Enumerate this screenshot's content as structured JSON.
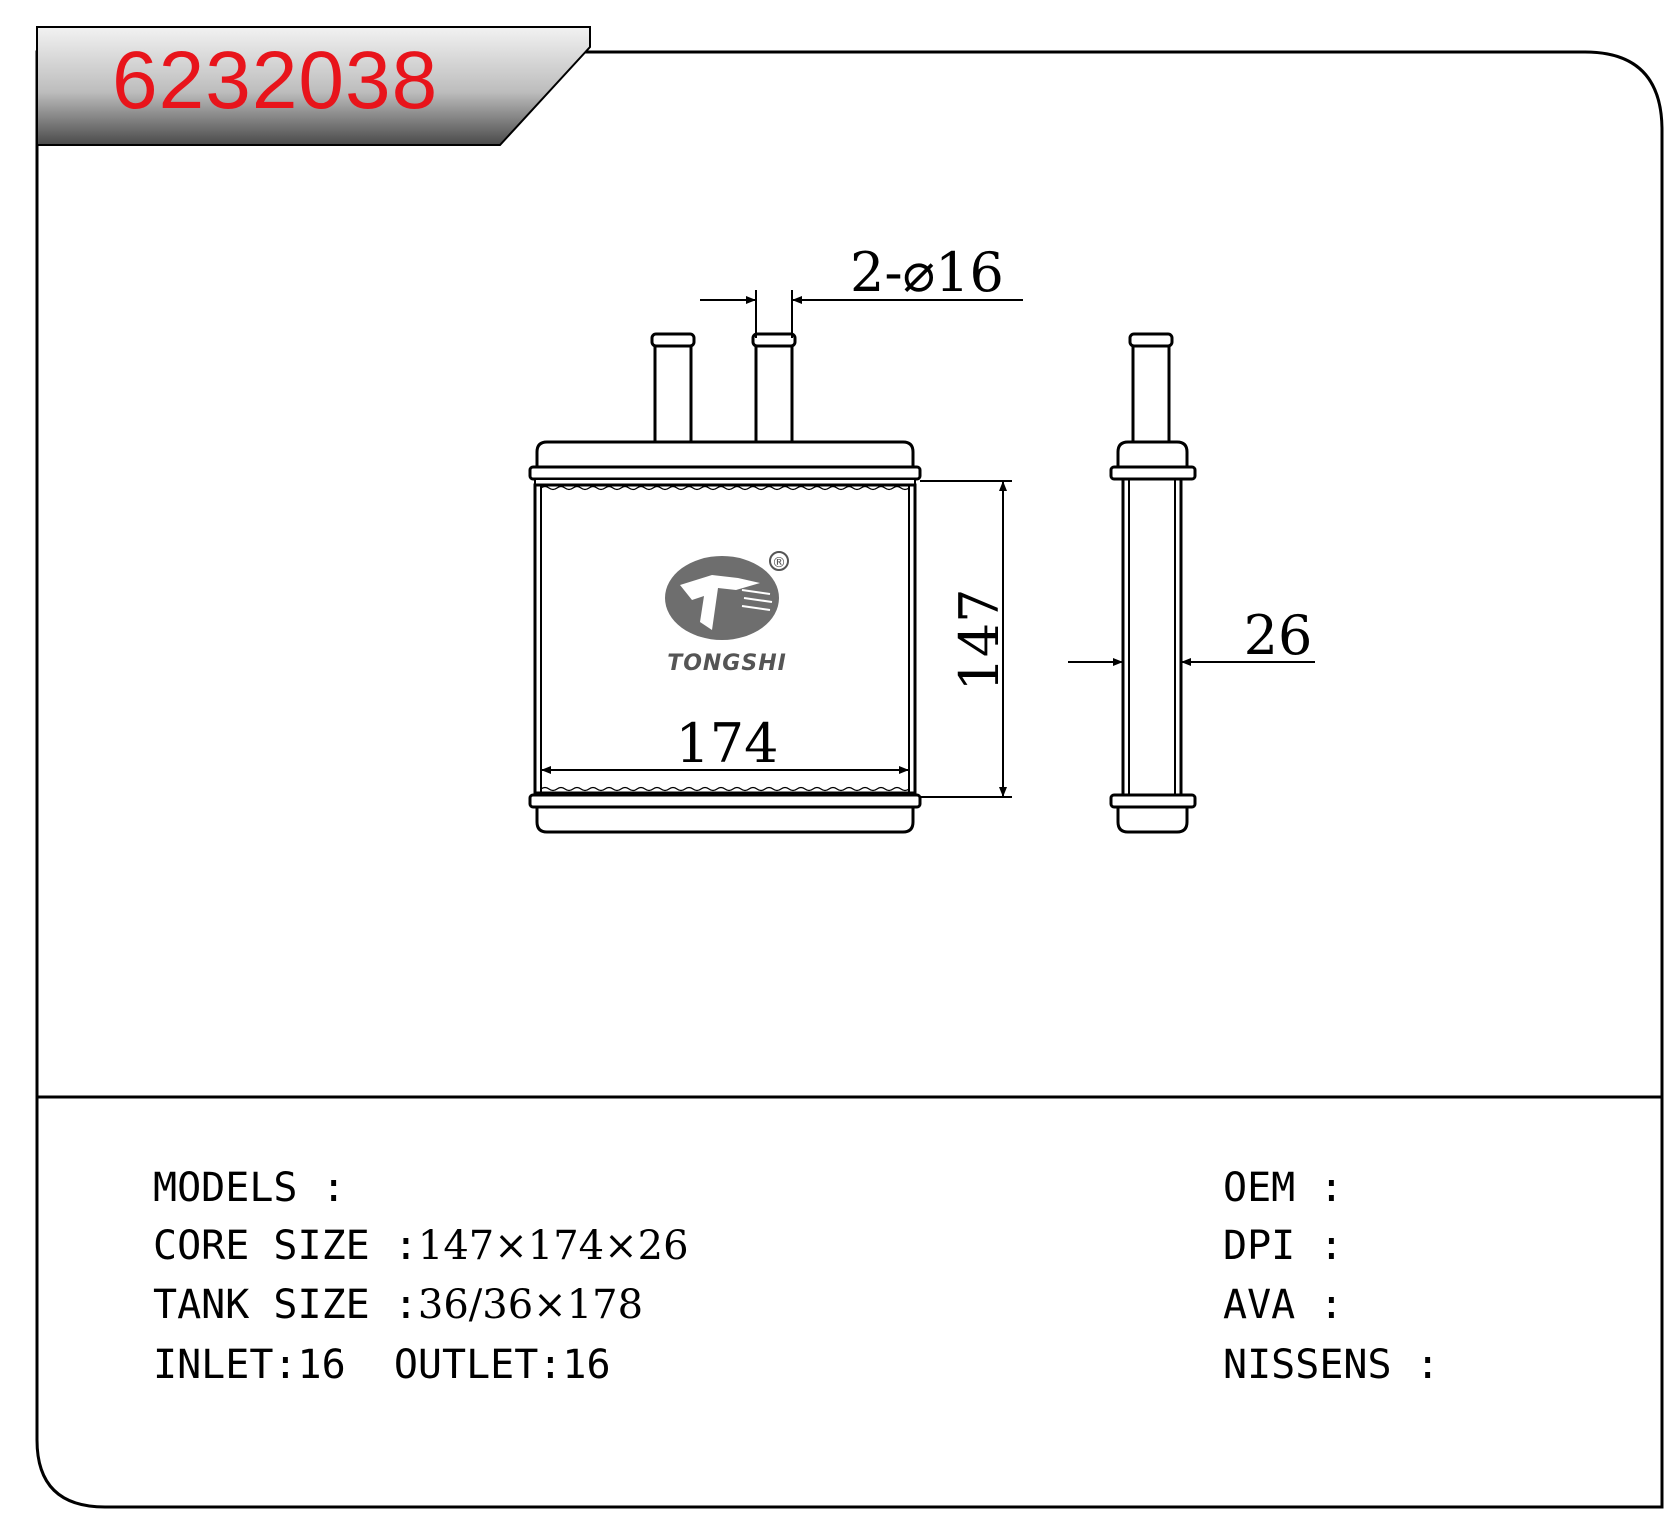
{
  "header": {
    "part_number": "6232038",
    "tab_color": "#5a5a5a",
    "part_number_color": "#e8141b"
  },
  "drawing": {
    "pipe_dim": "2-⌀16",
    "height_dim": "147",
    "width_dim": "174",
    "depth_dim": "26",
    "logo_text": "TONGSHI",
    "logo_mark": "®"
  },
  "specs": {
    "left": [
      {
        "label": "MODELS :",
        "value": ""
      },
      {
        "label": "CORE SIZE :",
        "value": "147×174×26"
      },
      {
        "label": "TANK SIZE :",
        "value": "36/36×178"
      },
      {
        "label": "INLET:16  OUTLET:16",
        "value": ""
      }
    ],
    "right": [
      {
        "label": "OEM :",
        "value": ""
      },
      {
        "label": "DPI :",
        "value": ""
      },
      {
        "label": "AVA :",
        "value": ""
      },
      {
        "label": "NISSENS :",
        "value": ""
      }
    ]
  }
}
